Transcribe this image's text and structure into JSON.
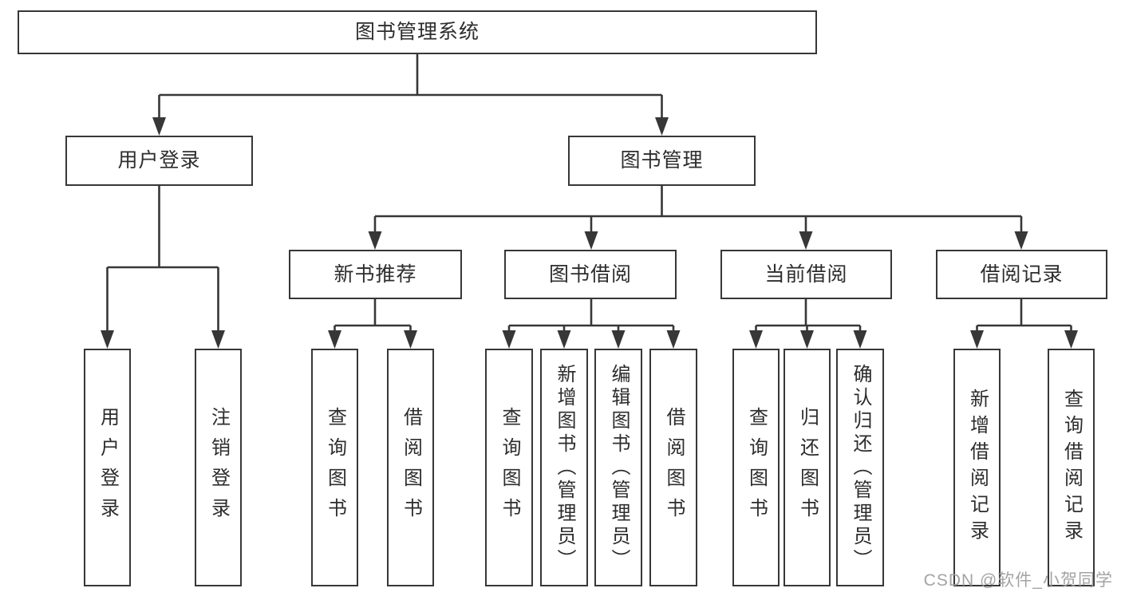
{
  "diagram": {
    "title": "图书管理系统",
    "nodes": {
      "root": "图书管理系统",
      "user_login": "用户登录",
      "book_management": "图书管理",
      "new_book_recommend": "新书推荐",
      "book_borrow": "图书借阅",
      "current_borrow": "当前借阅",
      "borrow_records": "借阅记录",
      "user_login_leaf": "用户登录",
      "logout_leaf": "注销登录",
      "recommend_query_books": "查询图书",
      "recommend_borrow_books": "借阅图书",
      "borrow_query_books": "查询图书",
      "borrow_add_books_admin": "新增图书（管理员）",
      "borrow_edit_books_admin": "编辑图书（管理员）",
      "borrow_borrow_books": "借阅图书",
      "current_query_books": "查询图书",
      "current_return_books": "归还图书",
      "current_confirm_return_admin": "确认归还（管理员）",
      "records_add_record": "新增借阅记录",
      "records_query_record": "查询借阅记录"
    },
    "structure": {
      "图书管理系统": [
        "用户登录",
        "图书管理"
      ],
      "用户登录": [
        "用户登录",
        "注销登录"
      ],
      "图书管理": [
        "新书推荐",
        "图书借阅",
        "当前借阅",
        "借阅记录"
      ],
      "新书推荐": [
        "查询图书",
        "借阅图书"
      ],
      "图书借阅": [
        "查询图书",
        "新增图书（管理员）",
        "编辑图书（管理员）",
        "借阅图书"
      ],
      "当前借阅": [
        "查询图书",
        "归还图书",
        "确认归还（管理员）"
      ],
      "借阅记录": [
        "新增借阅记录",
        "查询借阅记录"
      ]
    },
    "colors": {
      "line": "#373737",
      "text": "#2d2d2d",
      "background": "#ffffff",
      "watermark": "#9e9e9e"
    }
  },
  "watermark": "CSDN @软件_小贺同学"
}
